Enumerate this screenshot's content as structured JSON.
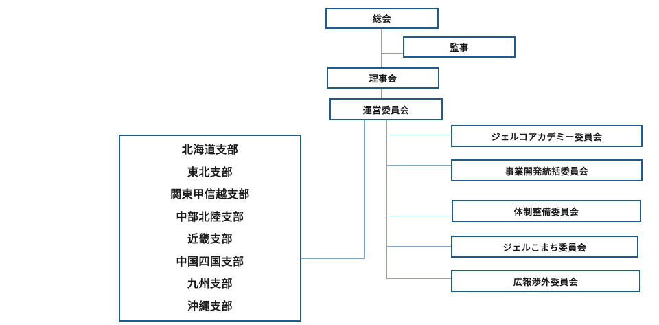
{
  "org_chart": {
    "general_meeting": "総会",
    "auditor": "監事",
    "board": "理事会",
    "steering_committee": "運営委員会",
    "committees": [
      "ジェルコアカデミー委員会",
      "事業開発統括委員会",
      "体制整備委員会",
      "ジェルこまち委員会",
      "広報渉外委員会"
    ],
    "branches": [
      "北海道支部",
      "東北支部",
      "関東甲信越支部",
      "中部北陸支部",
      "近畿支部",
      "中国四国支部",
      "九州支部",
      "沖縄支部"
    ]
  },
  "colors": {
    "box_border": "#1e5b8f",
    "connector": "#7ea7c8",
    "text": "#1a1a1a"
  }
}
